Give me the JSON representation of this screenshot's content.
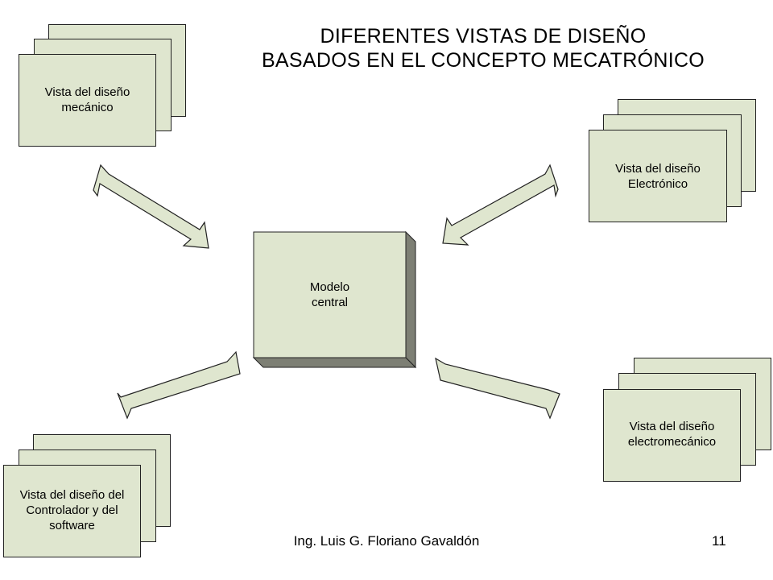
{
  "title": {
    "line1": "DIFERENTES VISTAS DE DISEÑO",
    "line2": "BASADOS EN EL CONCEPTO MECATRÓNICO"
  },
  "views": {
    "mechanical": "Vista del diseño\nmecánico",
    "electronic": "Vista del diseño\nElectrónico",
    "controller": "Vista del diseño del\nControlador y del\nsoftware",
    "electromechanical": "Vista del diseño\nelectromecánico"
  },
  "center": {
    "label": "Modelo\ncentral"
  },
  "footer": {
    "author": "Ing. Luis G. Floriano Gavaldón",
    "page": "11"
  },
  "colors": {
    "card_fill": "#dfe6cf",
    "center_fill": "#dfe6cf",
    "center_shadow": "#7d7f74",
    "outline": "#222222"
  }
}
